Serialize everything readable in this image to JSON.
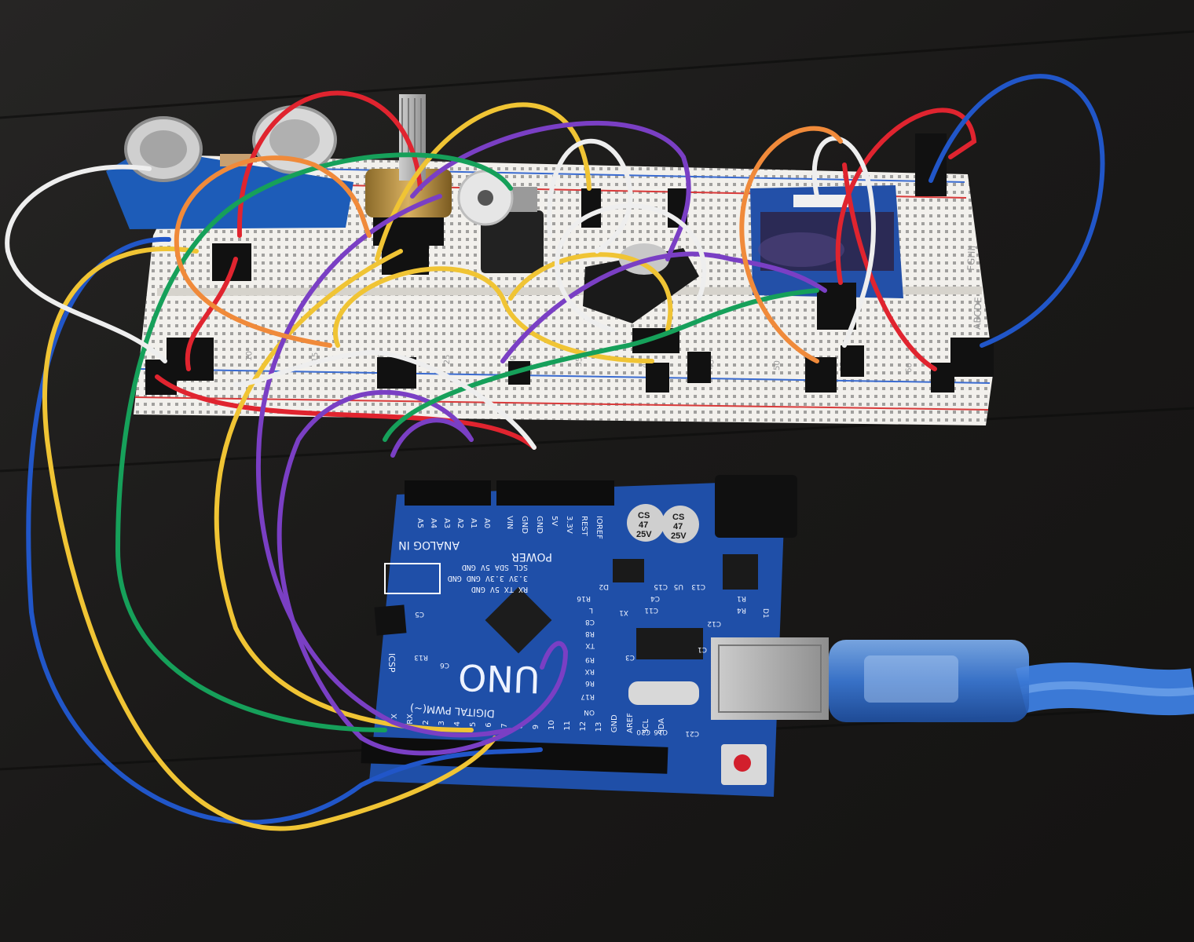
{
  "arduino": {
    "model_label": "UNO",
    "header_labels": {
      "analog_in": "ANALOG IN",
      "power": "POWER",
      "digital_pwm": "DIGITAL PWM(~)",
      "icsp": "ICSP"
    },
    "analog_pins": [
      "A5",
      "A4",
      "A3",
      "A2",
      "A1",
      "A0"
    ],
    "power_pins": [
      "VIN",
      "GND",
      "GND",
      "5V",
      "3.3V",
      "REST",
      "IOREF"
    ],
    "digital_pins_visible": [
      "TX",
      "RX",
      "2",
      "3",
      "4",
      "5",
      "6",
      "7",
      "8",
      "9",
      "10",
      "11",
      "12",
      "13",
      "GND",
      "AREF",
      "SCL",
      "SDA"
    ],
    "i2c_header_rows": [
      "SCL SDA 5V GND",
      "3.3V 3.3V GND GND",
      "RX TX 5V GND"
    ],
    "capacitors": [
      {
        "lines": [
          "CS",
          "47",
          "25V"
        ]
      },
      {
        "lines": [
          "CS",
          "47",
          "25V"
        ]
      }
    ],
    "component_labels": [
      "R16",
      "L",
      "C8",
      "R8",
      "TX",
      "R9",
      "RX",
      "R6",
      "R17",
      "ON",
      "C5",
      "R13",
      "C6",
      "C3",
      "U5",
      "C13",
      "C15",
      "C4",
      "C11",
      "X1",
      "C12",
      "R1",
      "R4",
      "D1",
      "C1",
      "C20",
      "C16",
      "C21",
      "D2"
    ]
  },
  "breadboard": {
    "row_letters_top": "FGHIJ",
    "row_letters_bottom": "ABCDE",
    "column_numbers": [
      "10",
      "15",
      "20",
      "25",
      "30",
      "35",
      "40",
      "45",
      "50",
      "55",
      "60"
    ]
  },
  "colors": {
    "pcb": "#1f4fa8",
    "breadboard": "#f2f0ec",
    "table": "#1c1b1a",
    "usb_cable": "#3b79d6",
    "wire_red": "#e0242f",
    "wire_yellow": "#f0c434",
    "wire_purple": "#7a3fc4",
    "wire_green": "#16a05a",
    "wire_blue": "#2156c8",
    "wire_white": "#eeeeee",
    "wire_orange": "#f08a3a"
  }
}
